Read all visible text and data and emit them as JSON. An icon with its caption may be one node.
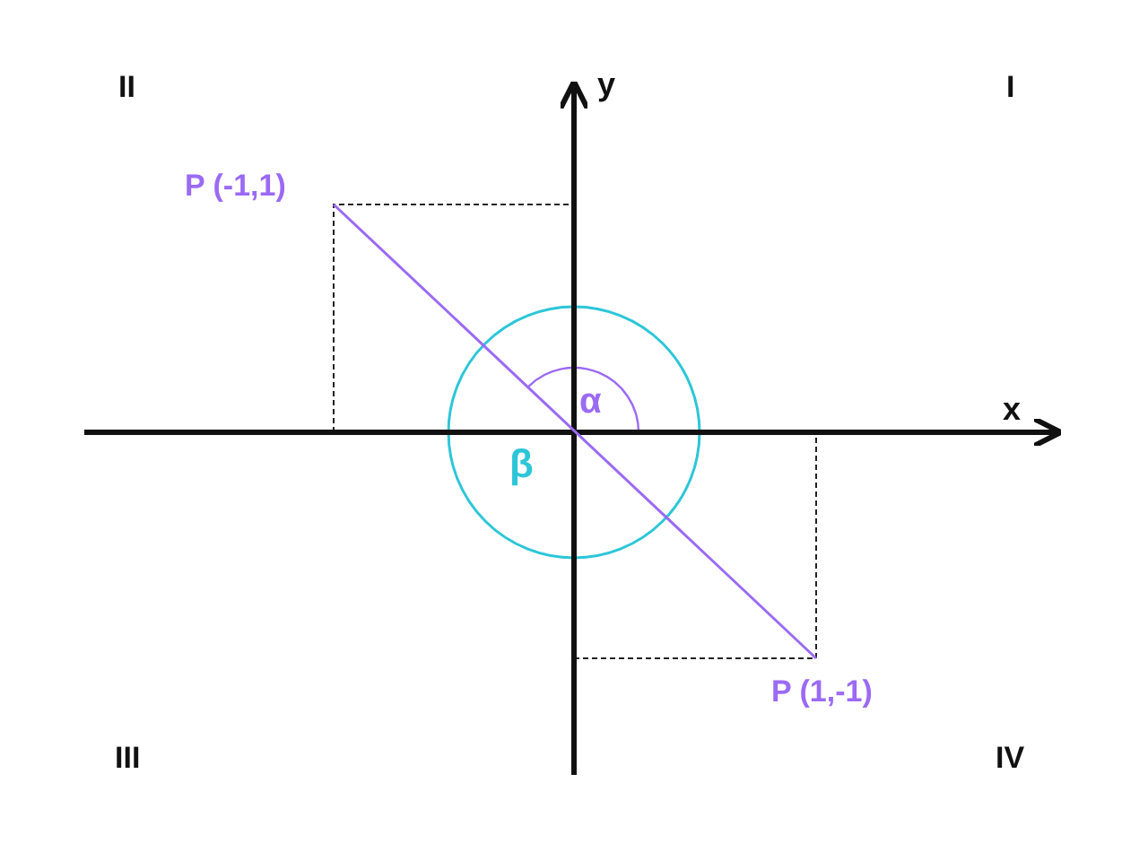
{
  "diagram": {
    "labels": [
      "II",
      "y",
      "I",
      "P (-1,1)",
      "α",
      "x",
      "β",
      "P (1,-1)",
      "III",
      "IV"
    ]
  }
}
